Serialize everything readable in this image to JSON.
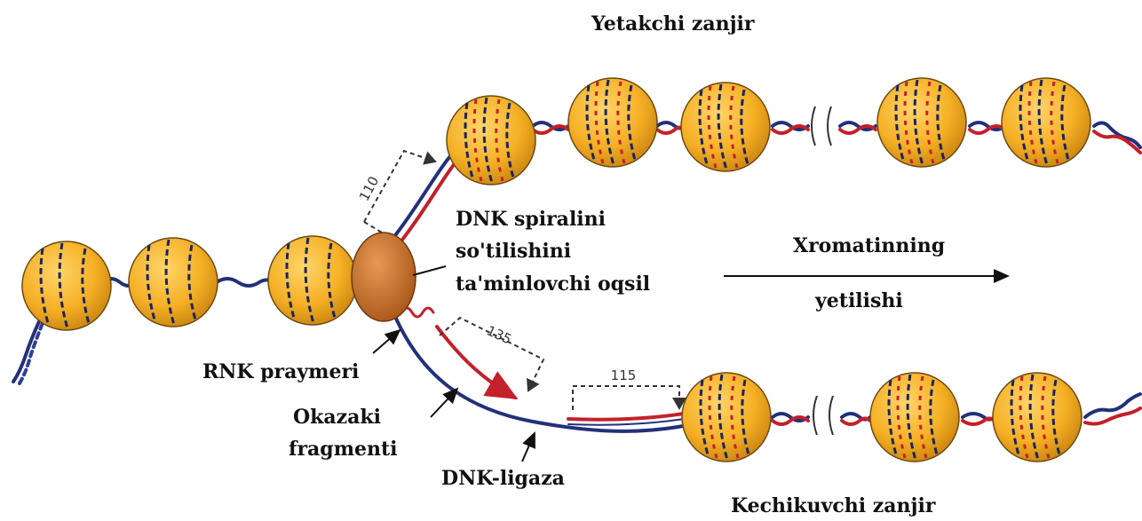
{
  "labels": {
    "leading_strand": "Yetakchi zanjir",
    "lagging_strand": "Kechikuvchi zanjir",
    "helix_protein_line1": "DNK spiralini",
    "helix_protein_line2": "so'tilishini",
    "helix_protein_line3": "ta'minlovchi oqsil",
    "maturation_line1": "Xromatinning",
    "maturation_line2": "yetilishi",
    "rna_primer": "RNK praymeri",
    "okazaki_line1": "Okazaki",
    "okazaki_line2": "fragmenti",
    "dna_ligase": "DNK-ligaza"
  },
  "measurements": {
    "leading_gap": "110",
    "okazaki_gap": "135",
    "lagging_gap": "115"
  },
  "colors": {
    "nucleosome_fill": "#f5b025",
    "nucleosome_edge": "#6b4a10",
    "protein_fill": "#c9702a",
    "dna_blue": "#23307a",
    "dna_red": "#c4202a"
  }
}
